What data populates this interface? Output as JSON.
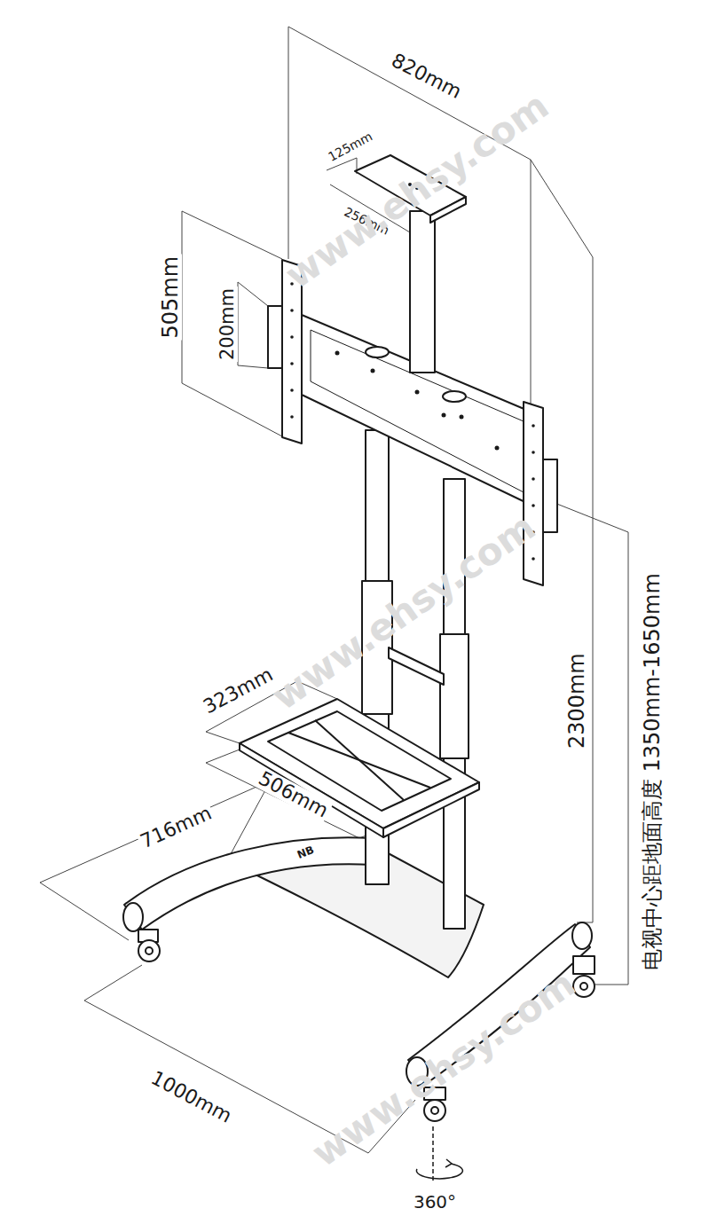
{
  "diagram": {
    "labels": [
      "820mm",
      "125mm",
      "256mm",
      "505mm",
      "200mm",
      "323mm",
      "506mm",
      "716mm",
      "1000mm",
      "2300mm",
      "电视中心距地面高度 1350mm-1650mm",
      "360°",
      "NB",
      "www.ehsy.com",
      "www.ehsy.com",
      "www.ehsy.com"
    ]
  }
}
